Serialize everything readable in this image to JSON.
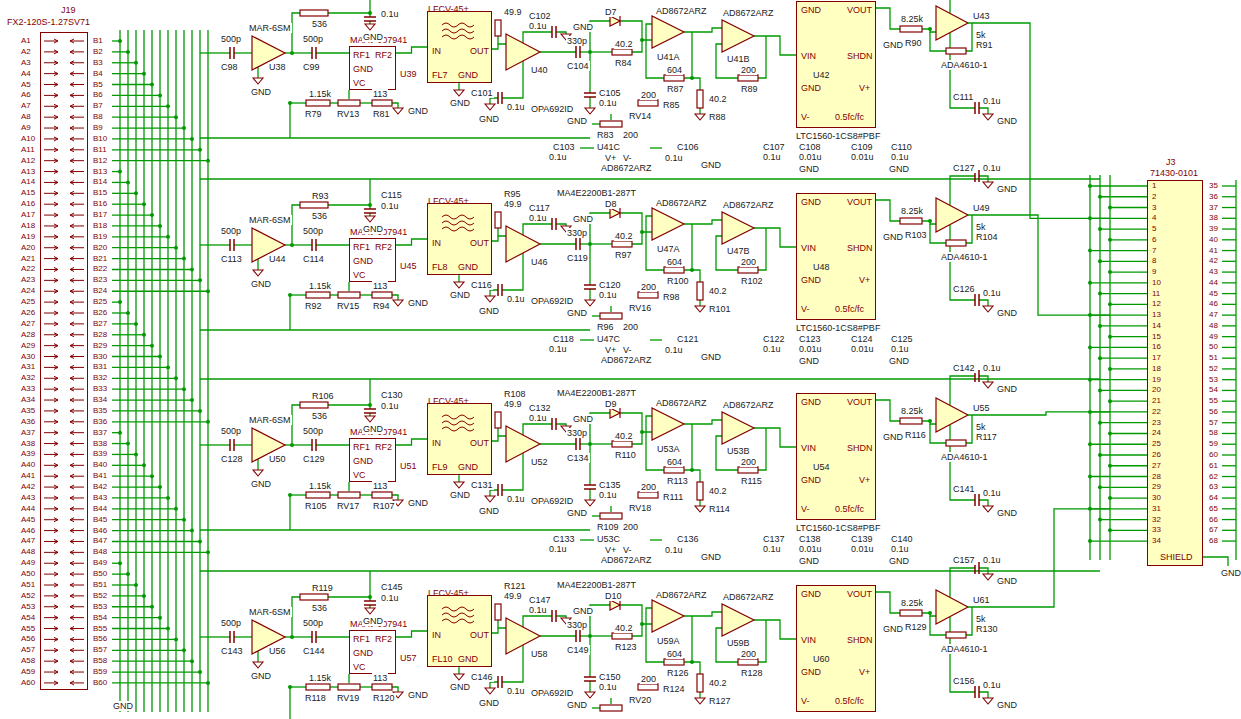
{
  "diagram": {
    "nodes": [
      {
        "text": [
          "J19",
          "FX2-120S-1.27SV71"
        ]
      },
      {
        "text": [
          "J3",
          "71430-0101",
          "SHIELD"
        ]
      },
      {
        "text": [
          "MAAV-007941",
          "RF1",
          "RF2",
          "GND",
          "VC",
          "U39"
        ]
      },
      {
        "text": [
          "LFCV-45+",
          "IN",
          "OUT",
          "GND",
          "FL7"
        ]
      },
      {
        "text": [
          "GND",
          "VOUT",
          "VIN",
          "SHDN",
          "GND",
          "V+",
          "V-",
          "0.5fc/fc"
        ]
      },
      {
        "text": [
          "MAAV-007941",
          "RF1",
          "RF2",
          "GND",
          "VC",
          "U45"
        ]
      },
      {
        "text": [
          "LFCV-45+",
          "IN",
          "OUT",
          "GND",
          "FL8"
        ]
      },
      {
        "text": [
          "GND",
          "VOUT",
          "VIN",
          "SHDN",
          "GND",
          "V+",
          "V-",
          "0.5fc/fc"
        ]
      },
      {
        "text": [
          "MAAV-007941",
          "RF1",
          "RF2",
          "GND",
          "VC",
          "U51"
        ]
      },
      {
        "text": [
          "LFCV-45+",
          "IN",
          "OUT",
          "GND",
          "FL9"
        ]
      },
      {
        "text": [
          "GND",
          "VOUT",
          "VIN",
          "SHDN",
          "GND",
          "V+",
          "V-",
          "0.5fc/fc"
        ]
      },
      {
        "text": [
          "MAAV-007941",
          "RF1",
          "RF2",
          "GND",
          "VC",
          "U57"
        ]
      },
      {
        "text": [
          "LFCV-45+",
          "IN",
          "OUT",
          "GND",
          "FL10"
        ]
      },
      {
        "text": [
          "GND",
          "VOUT",
          "VIN",
          "SHDN",
          "GND",
          "V+",
          "V-",
          "0.5fc/fc"
        ]
      }
    ],
    "edges": [
      {
        "from": 2,
        "to": 3,
        "arrow": "none"
      },
      {
        "from": 5,
        "to": 6,
        "arrow": "none"
      },
      {
        "from": 8,
        "to": 9,
        "arrow": "none"
      },
      {
        "from": 11,
        "to": 12,
        "arrow": "none"
      }
    ],
    "labels": [
      "A1",
      "A2",
      "A3",
      "A4",
      "A5",
      "A6",
      "A7",
      "A8",
      "A9",
      "A10",
      "A11",
      "A12",
      "A13",
      "A14",
      "A15",
      "A16",
      "A17",
      "A18",
      "A19",
      "A20",
      "A21",
      "A22",
      "A23",
      "A24",
      "A25",
      "A26",
      "A27",
      "A28",
      "A29",
      "A30",
      "A31",
      "A32",
      "A33",
      "A34",
      "A35",
      "A36",
      "A37",
      "A38",
      "A39",
      "A40",
      "A41",
      "A42",
      "A43",
      "A44",
      "A45",
      "A46",
      "A47",
      "A48",
      "A49",
      "A50",
      "A51",
      "A52",
      "A53",
      "A54",
      "A55",
      "A56",
      "A57",
      "A58",
      "A59",
      "A60",
      "B1",
      "B2",
      "B3",
      "B4",
      "B5",
      "B6",
      "B7",
      "B8",
      "B9",
      "B10",
      "B11",
      "B12",
      "B13",
      "B14",
      "B15",
      "B16",
      "B17",
      "B18",
      "B19",
      "B20",
      "B21",
      "B22",
      "B23",
      "B24",
      "B25",
      "B26",
      "B27",
      "B28",
      "B29",
      "B30",
      "B31",
      "B32",
      "B33",
      "B34",
      "B35",
      "B36",
      "B37",
      "B38",
      "B39",
      "B40",
      "B41",
      "B42",
      "B43",
      "B44",
      "B45",
      "B46",
      "B47",
      "B48",
      "B49",
      "B50",
      "B51",
      "B52",
      "B53",
      "B54",
      "B55",
      "B56",
      "B57",
      "B58",
      "B59",
      "B60",
      "1",
      "2",
      "3",
      "4",
      "5",
      "6",
      "7",
      "8",
      "9",
      "10",
      "11",
      "12",
      "13",
      "14",
      "15",
      "16",
      "17",
      "18",
      "19",
      "20",
      "21",
      "22",
      "23",
      "24",
      "25",
      "26",
      "27",
      "28",
      "29",
      "30",
      "31",
      "32",
      "33",
      "34",
      "35",
      "36",
      "37",
      "38",
      "39",
      "40",
      "41",
      "42",
      "43",
      "44",
      "45",
      "46",
      "47",
      "48",
      "49",
      "50",
      "51",
      "52",
      "53",
      "54",
      "55",
      "56",
      "57",
      "58",
      "59",
      "60",
      "61",
      "62",
      "63",
      "64",
      "65",
      "66",
      "67",
      "68",
      "GND",
      "GND",
      "536",
      "0.1u",
      "GND",
      "500p",
      "C98",
      "MAR-6SM",
      "U38",
      "GND",
      "500p",
      "C99",
      "1.15k",
      "R79",
      "RV13",
      "113",
      "R81",
      "GND",
      "GND",
      "49.9",
      "C102",
      "0.1u",
      "GND",
      "U40",
      "OPA692ID",
      "C101",
      "0.1u",
      "GND",
      "330p",
      "C104",
      "D7",
      "AD8672ARZ",
      "U41A",
      "40.2",
      "R84",
      "604",
      "R87",
      "AD8672ARZ",
      "U41B",
      "200",
      "R89",
      "C105",
      "0.1u",
      "200",
      "R85",
      "40.2",
      "R88",
      "GND",
      "R83",
      "RV14",
      "200",
      "C103",
      "0.1u",
      "U41C",
      "V+",
      "V-",
      "AD8672ARZ",
      "C106",
      "0.1u",
      "GND",
      "U42",
      "LTC1560-1CS8#PBF",
      "C107",
      "0.1u",
      "C108",
      "0.01u",
      "C109",
      "0.01u",
      "C110",
      "0.1u",
      "GND",
      "GND",
      "8.25k",
      "R90",
      "GND",
      "U43",
      "5k",
      "R91",
      "ADA4610-1",
      "C111",
      "0.1u",
      "GND",
      "R93",
      "536",
      "C115",
      "0.1u",
      "GND",
      "500p",
      "C113",
      "MAR-6SM",
      "U44",
      "GND",
      "500p",
      "C114",
      "1.15k",
      "R92",
      "RV15",
      "113",
      "R94",
      "GND",
      "GND",
      "R95",
      "49.9",
      "C117",
      "0.1u",
      "GND",
      "U46",
      "OPA692ID",
      "C116",
      "0.1u",
      "GND",
      "330p",
      "C119",
      "MA4E2200B1-287T",
      "D8",
      "AD8672ARZ",
      "U47A",
      "40.2",
      "R97",
      "604",
      "R100",
      "AD8672ARZ",
      "U47B",
      "200",
      "R102",
      "C120",
      "0.1u",
      "200",
      "R98",
      "40.2",
      "R101",
      "GND",
      "R96",
      "RV16",
      "200",
      "C118",
      "0.1u",
      "U47C",
      "V+",
      "V-",
      "AD8672ARZ",
      "C121",
      "0.1u",
      "GND",
      "U48",
      "LTC1560-1CS8#PBF",
      "C122",
      "0.1u",
      "C123",
      "0.01u",
      "C124",
      "0.01u",
      "C125",
      "0.1u",
      "GND",
      "GND",
      "8.25k",
      "R103",
      "GND",
      "U49",
      "5k",
      "R104",
      "ADA4610-1",
      "C127",
      "0.1u",
      "GND",
      "C126",
      "0.1u",
      "GND",
      "R106",
      "536",
      "C130",
      "0.1u",
      "GND",
      "500p",
      "C128",
      "MAR-6SM",
      "U50",
      "GND",
      "500p",
      "C129",
      "1.15k",
      "R105",
      "RV17",
      "113",
      "R107",
      "GND",
      "GND",
      "R108",
      "49.9",
      "C132",
      "0.1u",
      "GND",
      "U52",
      "OPA692ID",
      "C131",
      "0.1u",
      "GND",
      "330p",
      "C134",
      "MA4E2200B1-287T",
      "D9",
      "AD8672ARZ",
      "U53A",
      "40.2",
      "R110",
      "604",
      "R113",
      "AD8672ARZ",
      "U53B",
      "200",
      "R115",
      "C135",
      "0.1u",
      "200",
      "R111",
      "40.2",
      "R114",
      "GND",
      "R109",
      "RV18",
      "200",
      "C133",
      "0.1u",
      "U53C",
      "V+",
      "V-",
      "AD8672ARZ",
      "C136",
      "0.1u",
      "GND",
      "U54",
      "LTC1560-1CS8#PBF",
      "C137",
      "0.1u",
      "C138",
      "0.01u",
      "C139",
      "0.01u",
      "C140",
      "0.1u",
      "GND",
      "GND",
      "8.25k",
      "R116",
      "GND",
      "U55",
      "5k",
      "R117",
      "ADA4610-1",
      "C142",
      "0.1u",
      "GND",
      "C141",
      "0.1u",
      "GND",
      "R119",
      "536",
      "C145",
      "0.1u",
      "GND",
      "500p",
      "C143",
      "MAR-6SM",
      "U56",
      "GND",
      "500p",
      "C144",
      "1.15k",
      "R118",
      "RV19",
      "113",
      "R120",
      "GND",
      "GND",
      "R121",
      "49.9",
      "C147",
      "0.1u",
      "GND",
      "U58",
      "OPA692ID",
      "C146",
      "0.1u",
      "GND",
      "330p",
      "C149",
      "MA4E2200B1-287T",
      "D10",
      "AD8672ARZ",
      "U59A",
      "40.2",
      "R123",
      "604",
      "R126",
      "AD8672ARZ",
      "U59B",
      "200",
      "R128",
      "C150",
      "0.1u",
      "200",
      "R124",
      "40.2",
      "R127",
      "GND",
      "RV20",
      "U60",
      "8.25k",
      "R129",
      "GND",
      "U61",
      "5k",
      "R130",
      "ADA4610-1",
      "C157",
      "0.1u",
      "GND",
      "C156",
      "0.1u",
      "GND"
    ]
  }
}
